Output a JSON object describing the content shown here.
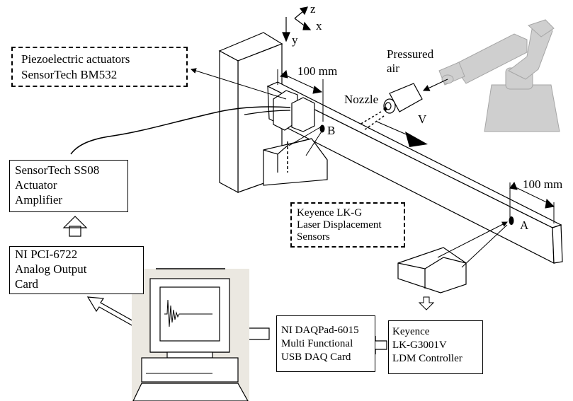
{
  "axes": {
    "z": "z",
    "x": "x",
    "y": "y"
  },
  "labels": {
    "pressured_air": [
      "Pressured",
      "air"
    ],
    "nozzle": "Nozzle",
    "velocity": "V",
    "dim_top": "100 mm",
    "dim_right": "100 mm",
    "point_a": "A",
    "point_b": "B"
  },
  "boxes": {
    "piezo": [
      "Piezoelectric actuators",
      "SensorTech BM532"
    ],
    "amplifier": [
      "SensorTech SS08",
      "Actuator",
      "Amplifier"
    ],
    "ni_pci": [
      "NI PCI-6722",
      "Analog Output",
      "Card"
    ],
    "keyence_sensor": [
      "Keyence LK-G",
      "Laser Displacement",
      "Sensors"
    ],
    "daqpad": [
      "NI DAQPad-6015",
      "Multi Functional",
      "USB DAQ Card"
    ],
    "controller": [
      "Keyence",
      "LK-G3001V",
      "LDM Controller"
    ]
  },
  "colors": {
    "line": "#000000",
    "robot": "#cfcfcf",
    "robot_dark": "#a6a6a6",
    "monitor_bg": "#ebe8e1"
  }
}
